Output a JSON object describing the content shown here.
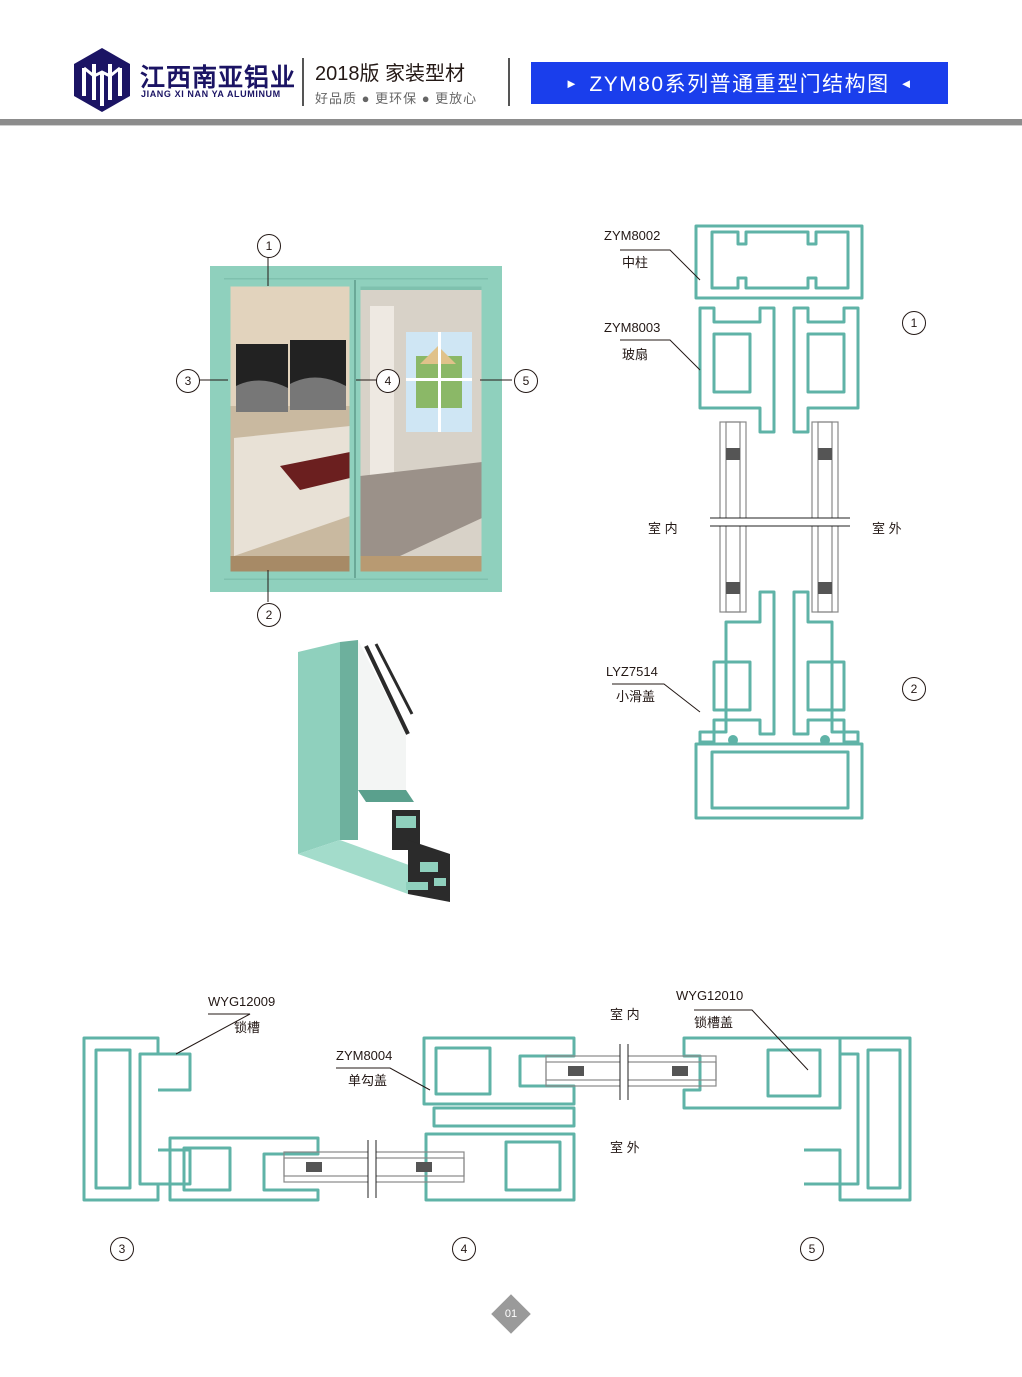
{
  "header": {
    "brand_cn": "江西南亚铝业",
    "brand_en": "JIANG XI NAN YA ALUMINUM",
    "edition": "2018版  家装型材",
    "slogan": "好品质 ● 更环保 ● 更放心",
    "title": "ZYM80系列普通重型门结构图",
    "title_marker_left": "►",
    "title_marker_right": "◄"
  },
  "colors": {
    "brand_blue": "#1b1464",
    "title_bg": "#1a3eec",
    "profile_teal": "#5fb3a7",
    "frame_green": "#8fd0bd"
  },
  "door_markers": [
    "1",
    "2",
    "3",
    "4",
    "5"
  ],
  "vertical_section": {
    "parts": [
      {
        "code": "ZYM8002",
        "name": "中柱"
      },
      {
        "code": "ZYM8003",
        "name": "玻扇"
      },
      {
        "code": "LYZ7514",
        "name": "小滑盖"
      }
    ],
    "indoor": "室 内",
    "outdoor": "室 外",
    "markers": [
      "1",
      "2"
    ]
  },
  "horizontal_section": {
    "parts": [
      {
        "code": "WYG12009",
        "name": "锁槽"
      },
      {
        "code": "ZYM8004",
        "name": "单勾盖"
      },
      {
        "code": "WYG12010",
        "name": "锁槽盖"
      }
    ],
    "indoor": "室 内",
    "outdoor": "室 外",
    "markers": [
      "3",
      "4",
      "5"
    ]
  },
  "page_number": "01"
}
